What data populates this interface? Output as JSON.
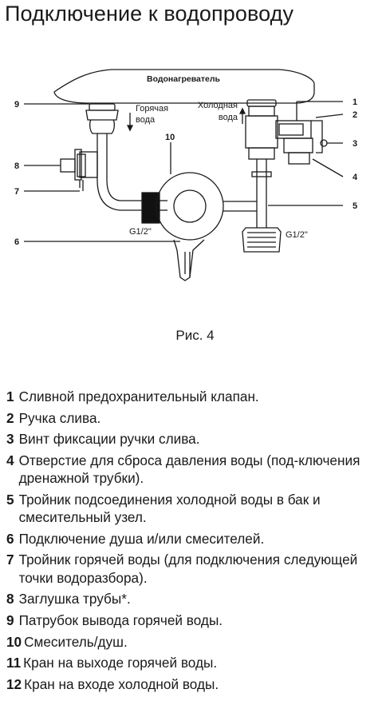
{
  "title": "Подключение к водопроводу",
  "figure": {
    "heater_label": "Водонагреватель",
    "hot_water": [
      "Горячая",
      "вода"
    ],
    "cold_water": [
      "Холодная",
      "вода"
    ],
    "thread_left": "G1/2\"",
    "thread_right": "G1/2\"",
    "callouts": [
      "1",
      "2",
      "3",
      "4",
      "5",
      "6",
      "7",
      "8",
      "9",
      "10"
    ],
    "caption": "Рис. 4"
  },
  "legend": [
    {
      "num": "1",
      "text": "Сливной предохранительный клапан."
    },
    {
      "num": "2",
      "text": "Ручка слива."
    },
    {
      "num": "3",
      "text": "Винт фиксации ручки слива."
    },
    {
      "num": "4",
      "text": "Отверстие для сброса давления воды (под-ключения дренажной трубки)."
    },
    {
      "num": "5",
      "text": "Тройник подсоединения холодной воды в бак и смесительный узел."
    },
    {
      "num": "6",
      "text": "Подключение душа и/или смесителей."
    },
    {
      "num": "7",
      "text": "Тройник горячей воды (для подключения следующей точки водоразбора)."
    },
    {
      "num": "8",
      "text": "Заглушка трубы*."
    },
    {
      "num": "9",
      "text": "Патрубок вывода горячей воды."
    },
    {
      "num": "10",
      "text": "Смеситель/душ."
    },
    {
      "num": "11",
      "text": "Кран на выходе горячей воды."
    },
    {
      "num": "12",
      "text": "Кран на входе холодной воды."
    }
  ]
}
